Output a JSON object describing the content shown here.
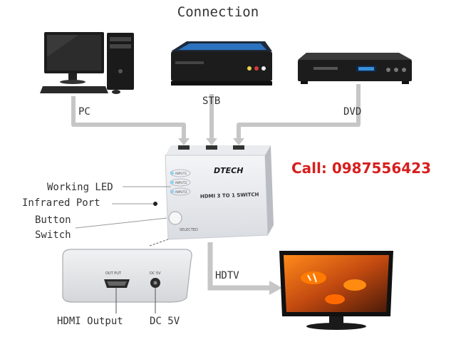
{
  "title": "Connection",
  "sources": [
    {
      "label": "PC"
    },
    {
      "label": "STB"
    },
    {
      "label": "DVD"
    }
  ],
  "switch": {
    "brand": "DTECH",
    "model": "HDMI 3 TO 1 SWITCH",
    "inputs": [
      "INPUT1",
      "INPUT2",
      "INPUT3"
    ],
    "button_label": "SELECTED"
  },
  "left_labels": {
    "working_led": "Working LED",
    "infrared_port": "Infrared Port",
    "button_line1": "Button",
    "button_line2": "Switch"
  },
  "back_panel": {
    "output_port_label": "OUT PUT",
    "dc_port_label": "DC 5V",
    "hdmi_output_caption": "HDMI Output",
    "dc_caption": "DC 5V"
  },
  "output": {
    "label": "HDTV"
  },
  "contact": {
    "call_text": "Call: 0987556423"
  },
  "colors": {
    "accent_red": "#d81e1e",
    "arrow_gray": "#bdbdbd",
    "led_blue": "#7fd4ff"
  }
}
